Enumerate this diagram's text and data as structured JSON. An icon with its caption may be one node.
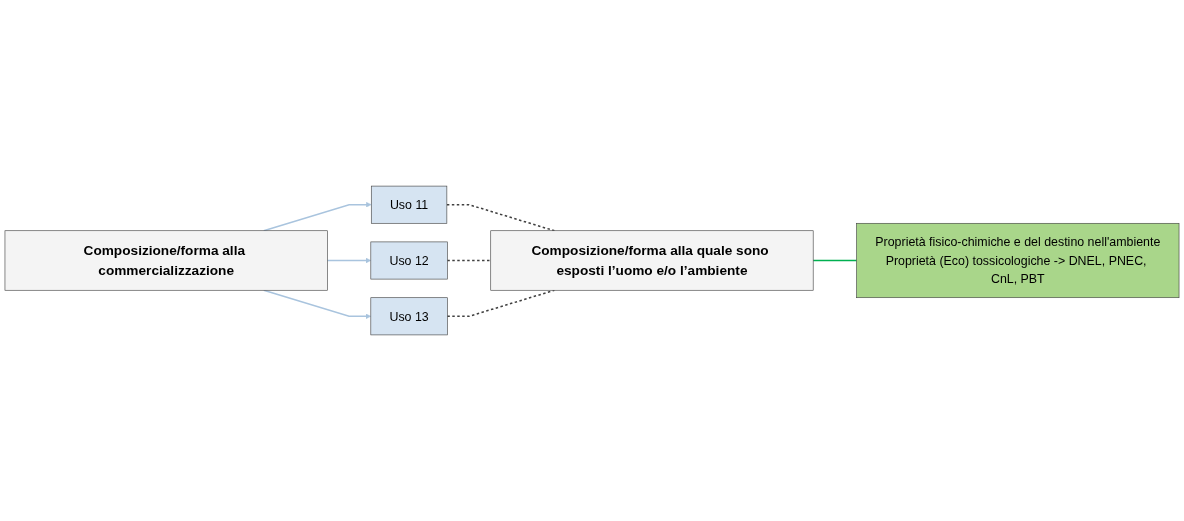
{
  "diagram": {
    "nodes": [
      {
        "text": [
          "Composizione/forma alla commercializzazione"
        ]
      },
      {
        "text": [
          "Uso 11"
        ]
      },
      {
        "text": [
          "Uso 12"
        ]
      },
      {
        "text": [
          "Uso 13"
        ]
      },
      {
        "text": [
          "Composizione/forma alla quale sono esposti l’uomo e/o l’ambiente"
        ]
      },
      {
        "text": [
          "Proprietà fisico-chimiche e del destino nell'ambiente",
          "Proprietà (Eco) tossicologiche -> DNEL, PNEC, CnL, PBT"
        ]
      }
    ],
    "edges": [
      {
        "from": 0,
        "to": 1,
        "arrow": "to",
        "color": "#a9c4de"
      },
      {
        "from": 0,
        "to": 2,
        "arrow": "to",
        "color": "#a9c4de"
      },
      {
        "from": 0,
        "to": 3,
        "arrow": "to",
        "color": "#a9c4de"
      },
      {
        "from": 1,
        "to": 4,
        "arrow": "none",
        "style": "dashed",
        "color": "#404040"
      },
      {
        "from": 2,
        "to": 4,
        "arrow": "none",
        "style": "dashed",
        "color": "#404040"
      },
      {
        "from": 3,
        "to": 4,
        "arrow": "none",
        "style": "dashed",
        "color": "#404040"
      },
      {
        "from": 4,
        "to": 5,
        "arrow": "none",
        "color": "#00b050"
      }
    ]
  }
}
